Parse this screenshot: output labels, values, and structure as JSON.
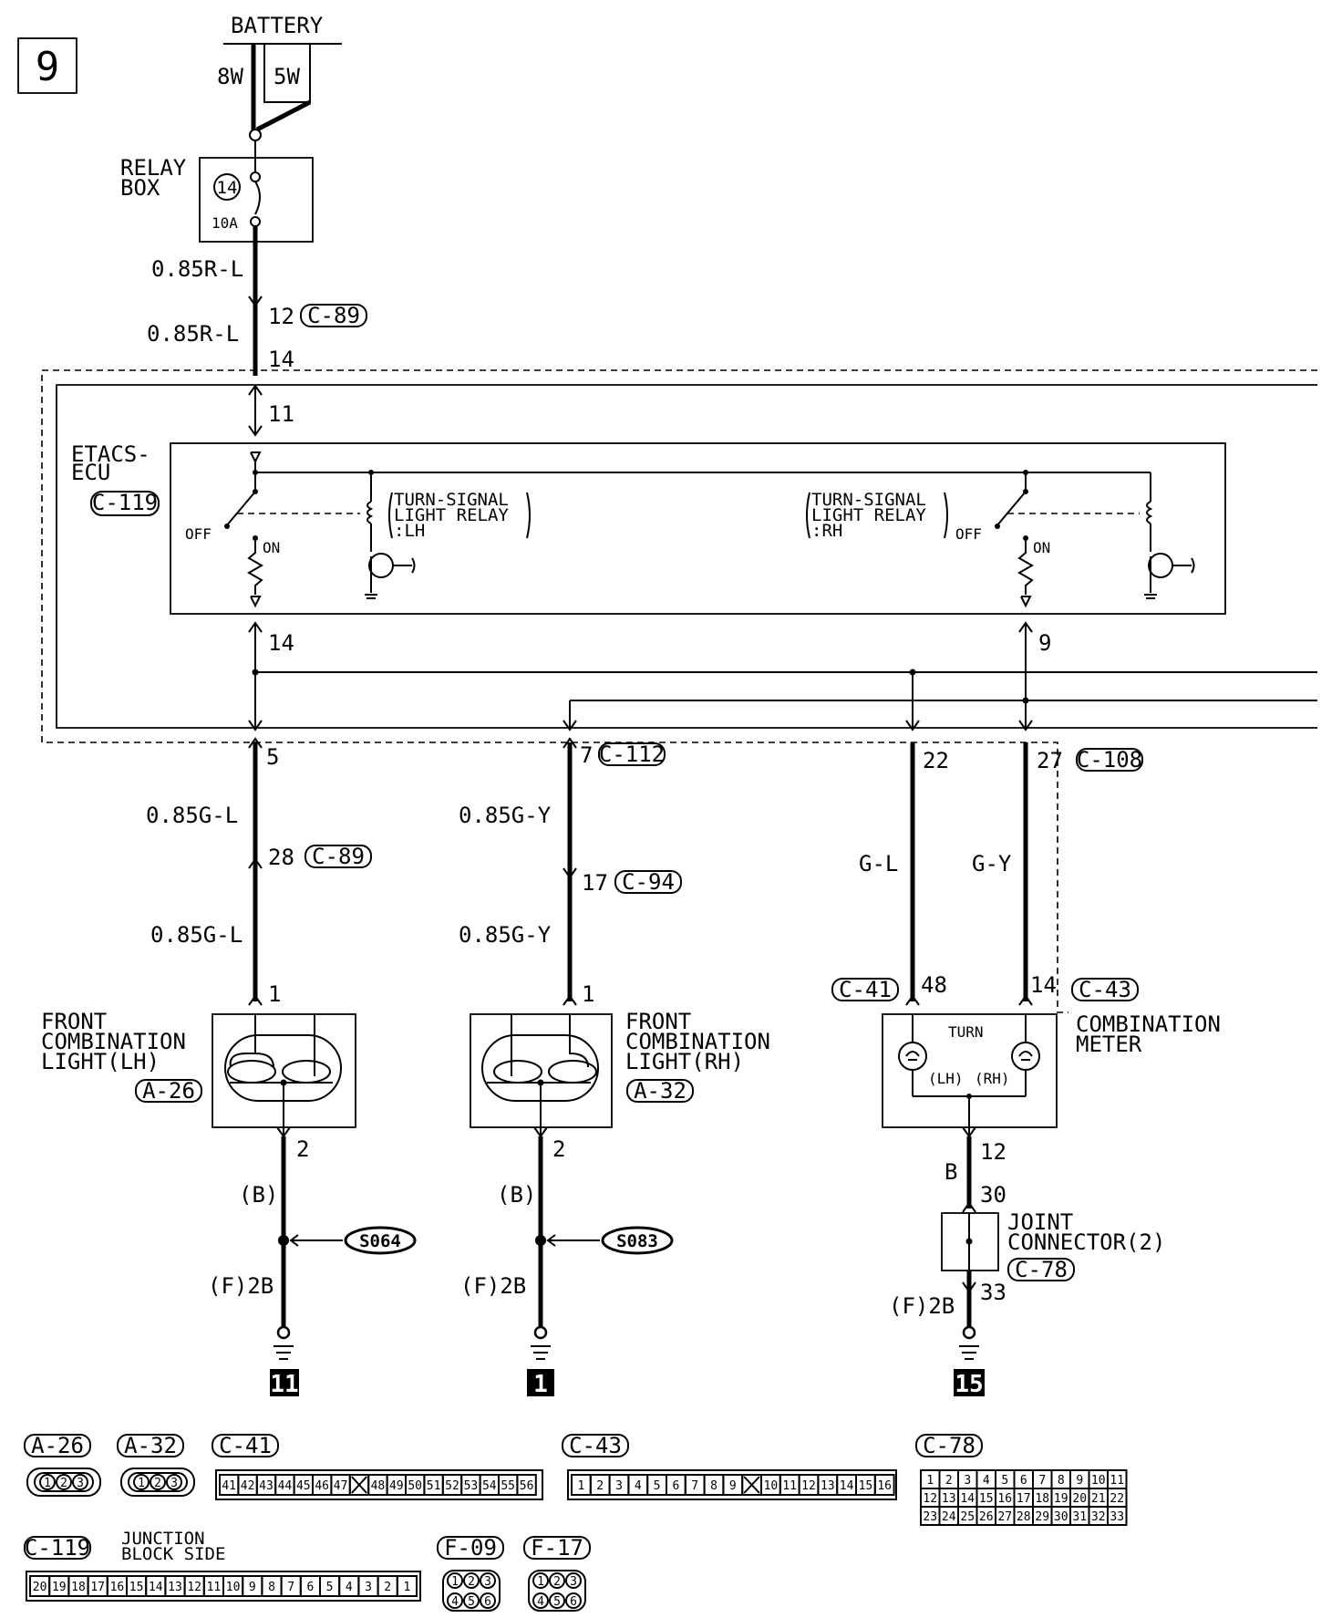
{
  "page_number": "9",
  "battery": {
    "label": "BATTERY",
    "wire_a": "8W",
    "wire_b": "5W"
  },
  "relay_box": {
    "label_1": "RELAY",
    "label_2": "BOX",
    "fuse_no": "14",
    "fuse_rating": "10A"
  },
  "feed": {
    "wire_upper": "0.85R-L",
    "pin_c89": "12",
    "conn_c89": "C-89",
    "wire_lower": "0.85R-L",
    "pin_14": "14",
    "pin_11": "11"
  },
  "ecu": {
    "label_1": "ETACS-",
    "label_2": "ECU",
    "connector": "C-119",
    "relay_lh": {
      "line1": "TURN-SIGNAL",
      "line2": "LIGHT RELAY",
      "line3": ":LH",
      "off": "OFF",
      "on": "ON"
    },
    "relay_rh": {
      "line1": "TURN-SIGNAL",
      "line2": "LIGHT RELAY",
      "line3": ":RH",
      "off": "OFF",
      "on": "ON"
    },
    "pin_14": "14",
    "pin_9": "9"
  },
  "lh_circuit": {
    "pin_5": "5",
    "wire_1": "0.85G-L",
    "pin_28": "28",
    "conn_28": "C-89",
    "wire_2": "0.85G-L",
    "pin_1": "1",
    "device_1": "FRONT",
    "device_2": "COMBINATION",
    "device_3": "LIGHT(LH)",
    "device_conn": "A-26",
    "pin_2": "2",
    "wire_b": "(B)",
    "splice": "S064",
    "ground_wire": "(F)2B",
    "ground_no": "11"
  },
  "rh_circuit": {
    "pin_7": "7",
    "conn_7": "C-112",
    "wire_1": "0.85G-Y",
    "pin_17": "17",
    "conn_17": "C-94",
    "wire_2": "0.85G-Y",
    "pin_1": "1",
    "device_1": "FRONT",
    "device_2": "COMBINATION",
    "device_3": "LIGHT(RH)",
    "device_conn": "A-32",
    "pin_2": "2",
    "wire_b": "(B)",
    "splice": "S083",
    "ground_wire": "(F)2B",
    "ground_no": "1"
  },
  "meter_circuit": {
    "pin_22": "22",
    "pin_27": "27",
    "conn_27": "C-108",
    "wire_gl": "G-L",
    "wire_gy": "G-Y",
    "conn_41": "C-41",
    "pin_48": "48",
    "pin_14": "14",
    "conn_43": "C-43",
    "device_1": "COMBINATION",
    "device_2": "METER",
    "turn": "TURN",
    "lh": "(LH)",
    "rh": "(RH)",
    "pin_12": "12",
    "wire_b": "B",
    "pin_30": "30",
    "joint_1": "JOINT",
    "joint_2": "CONNECTOR(2)",
    "joint_conn": "C-78",
    "ground_wire": "(F)2B",
    "pin_33": "33",
    "ground_no": "15"
  },
  "connector_views": {
    "a26": {
      "label": "A-26",
      "pins": [
        "1",
        "2",
        "3"
      ]
    },
    "a32": {
      "label": "A-32",
      "pins": [
        "1",
        "2",
        "3"
      ]
    },
    "c41": {
      "label": "C-41",
      "pins": [
        "41",
        "42",
        "43",
        "44",
        "45",
        "46",
        "47",
        "",
        "48",
        "49",
        "50",
        "51",
        "52",
        "53",
        "54",
        "55",
        "56"
      ]
    },
    "c43": {
      "label": "C-43",
      "pins": [
        "1",
        "2",
        "3",
        "4",
        "5",
        "6",
        "7",
        "8",
        "9",
        "",
        "10",
        "11",
        "12",
        "13",
        "14",
        "15",
        "16"
      ]
    },
    "c78": {
      "label": "C-78",
      "rows": [
        [
          "1",
          "2",
          "3",
          "4",
          "5",
          "6",
          "7",
          "8",
          "9",
          "10",
          "11"
        ],
        [
          "12",
          "13",
          "14",
          "15",
          "16",
          "17",
          "18",
          "19",
          "20",
          "21",
          "22"
        ],
        [
          "23",
          "24",
          "25",
          "26",
          "27",
          "28",
          "29",
          "30",
          "31",
          "32",
          "33"
        ]
      ]
    },
    "c119": {
      "label": "C-119",
      "side_1": "JUNCTION",
      "side_2": "BLOCK SIDE",
      "pins": [
        "20",
        "19",
        "18",
        "17",
        "16",
        "15",
        "14",
        "13",
        "12",
        "11",
        "10",
        "9",
        "8",
        "7",
        "6",
        "5",
        "4",
        "3",
        "2",
        "1"
      ]
    },
    "f09": {
      "label": "F-09",
      "top": [
        "1",
        "2",
        "3"
      ],
      "bottom": [
        "4",
        "5",
        "6"
      ]
    },
    "f17": {
      "label": "F-17",
      "top": [
        "1",
        "2",
        "3"
      ],
      "bottom": [
        "4",
        "5",
        "6"
      ]
    }
  }
}
